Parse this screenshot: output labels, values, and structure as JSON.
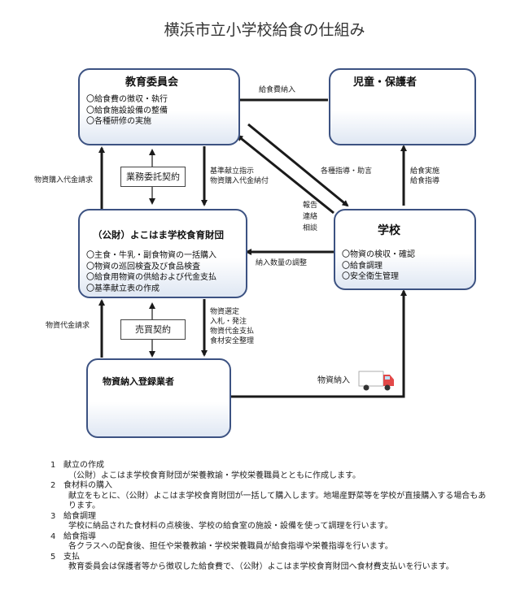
{
  "title": "横浜市立小学校給食の仕組み",
  "nodes": {
    "board": {
      "title": "教育委員会",
      "items": [
        "〇給食費の徴収・執行",
        "〇給食施設設備の整備",
        "〇各種研修の実施"
      ]
    },
    "parents": {
      "title": "児童・保護者"
    },
    "foundation": {
      "title": "（公財）よこはま学校食育財団",
      "items": [
        "〇主食・牛乳・副食物資の一括購入",
        "〇物資の巡回検査及び食品検査",
        "〇給食用物資の供給および代金支払",
        "〇基準献立表の作成"
      ]
    },
    "school": {
      "title": "学校",
      "items": [
        "〇物資の検収・確認",
        "〇給食調理",
        "〇安全衛生管理"
      ]
    },
    "suppliers": {
      "title": "物資納入登録業者"
    }
  },
  "contracts": {
    "outsourcing": "業務委託契約",
    "sales": "売買契約"
  },
  "flows": {
    "lunch_fee": "給食費納入",
    "guidance": "各種指導・助言",
    "implementation": [
      "給食実施",
      "給食指導"
    ],
    "standard_menu": [
      "基準献立指示",
      "物資購入代金納付"
    ],
    "purchase_billing": "物資購入代金請求",
    "report": [
      "報告",
      "連絡",
      "相談"
    ],
    "delivery_qty": "納入数量の調整",
    "goods_billing": "物資代金請求",
    "selection": [
      "物資選定",
      "入札・発注",
      "物資代金支払",
      "食材安全整理"
    ],
    "goods_delivery": "物資納入"
  },
  "notes": [
    {
      "num": "1",
      "head": "献立の作成",
      "text": "（公財）よこはま学校食育財団が栄養教諭・学校栄養職員とともに作成します。"
    },
    {
      "num": "2",
      "head": "食材料の購入",
      "text": "献立をもとに、（公財）よこはま学校食育財団が一括して購入します。地場産野菜等を学校が直接購入する場合もあります。"
    },
    {
      "num": "3",
      "head": "給食調理",
      "text": "学校に納品された食材料の点検後、学校の給食室の施設・設備を使って調理を行います。"
    },
    {
      "num": "4",
      "head": "給食指導",
      "text": "各クラスへの配食後、担任や栄養教諭・学校栄養職員が給食指導や栄養指導を行います。"
    },
    {
      "num": "5",
      "head": "支払",
      "text": "教育委員会は保護者等から徴収した給食費で、（公財）よこはま学校食育財団へ食材費支払いを行います。"
    }
  ],
  "colors": {
    "box_border": "#3c5282",
    "arrow": "#1a1a1a"
  },
  "icons": [
    "building-icon",
    "family-icon",
    "school-house-icon",
    "office-building-icon",
    "vegetables-icon",
    "delivery-truck-icon"
  ]
}
